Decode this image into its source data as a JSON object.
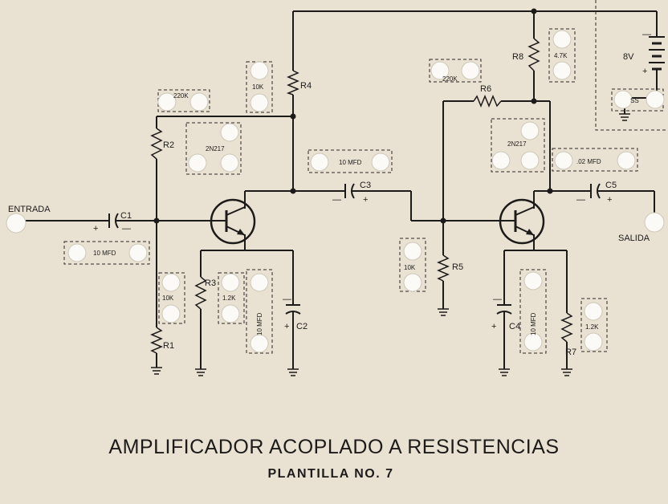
{
  "title": "AMPLIFICADOR ACOPLADO A RESISTENCIAS",
  "subtitle": "PLANTILLA NO. 7",
  "io": {
    "input": "ENTRADA",
    "output": "SALIDA"
  },
  "power": {
    "battery": "8V",
    "switch": "SS"
  },
  "refs": {
    "r1": "R1",
    "r2": "R2",
    "r3": "R3",
    "r4": "R4",
    "r5": "R5",
    "r6": "R6",
    "r7": "R7",
    "r8": "R8",
    "c1": "C1",
    "c2": "C2",
    "c3": "C3",
    "c4": "C4",
    "c5": "C5"
  },
  "values": {
    "r2_val": "220K",
    "q1_val": "2N217",
    "r4_val": "10K",
    "c3_val": "10 MFD",
    "r6_val": "220K",
    "q2_val": "2N217",
    "r8_val": "4.7K",
    "c5_val": ".02 MFD",
    "c1_val": "10 MFD",
    "r1_val": "10K",
    "r3_val": "1.2K",
    "c2_val": "10 MFD",
    "r5_val": "10K",
    "c4_val": "10 MFD",
    "r7_val": "1.2K"
  },
  "polarity": {
    "plus": "+",
    "minus": "—"
  },
  "colors": {
    "board": "#e9e2d3",
    "ink": "#1d1b1a",
    "hole": "#fbfaf6"
  }
}
